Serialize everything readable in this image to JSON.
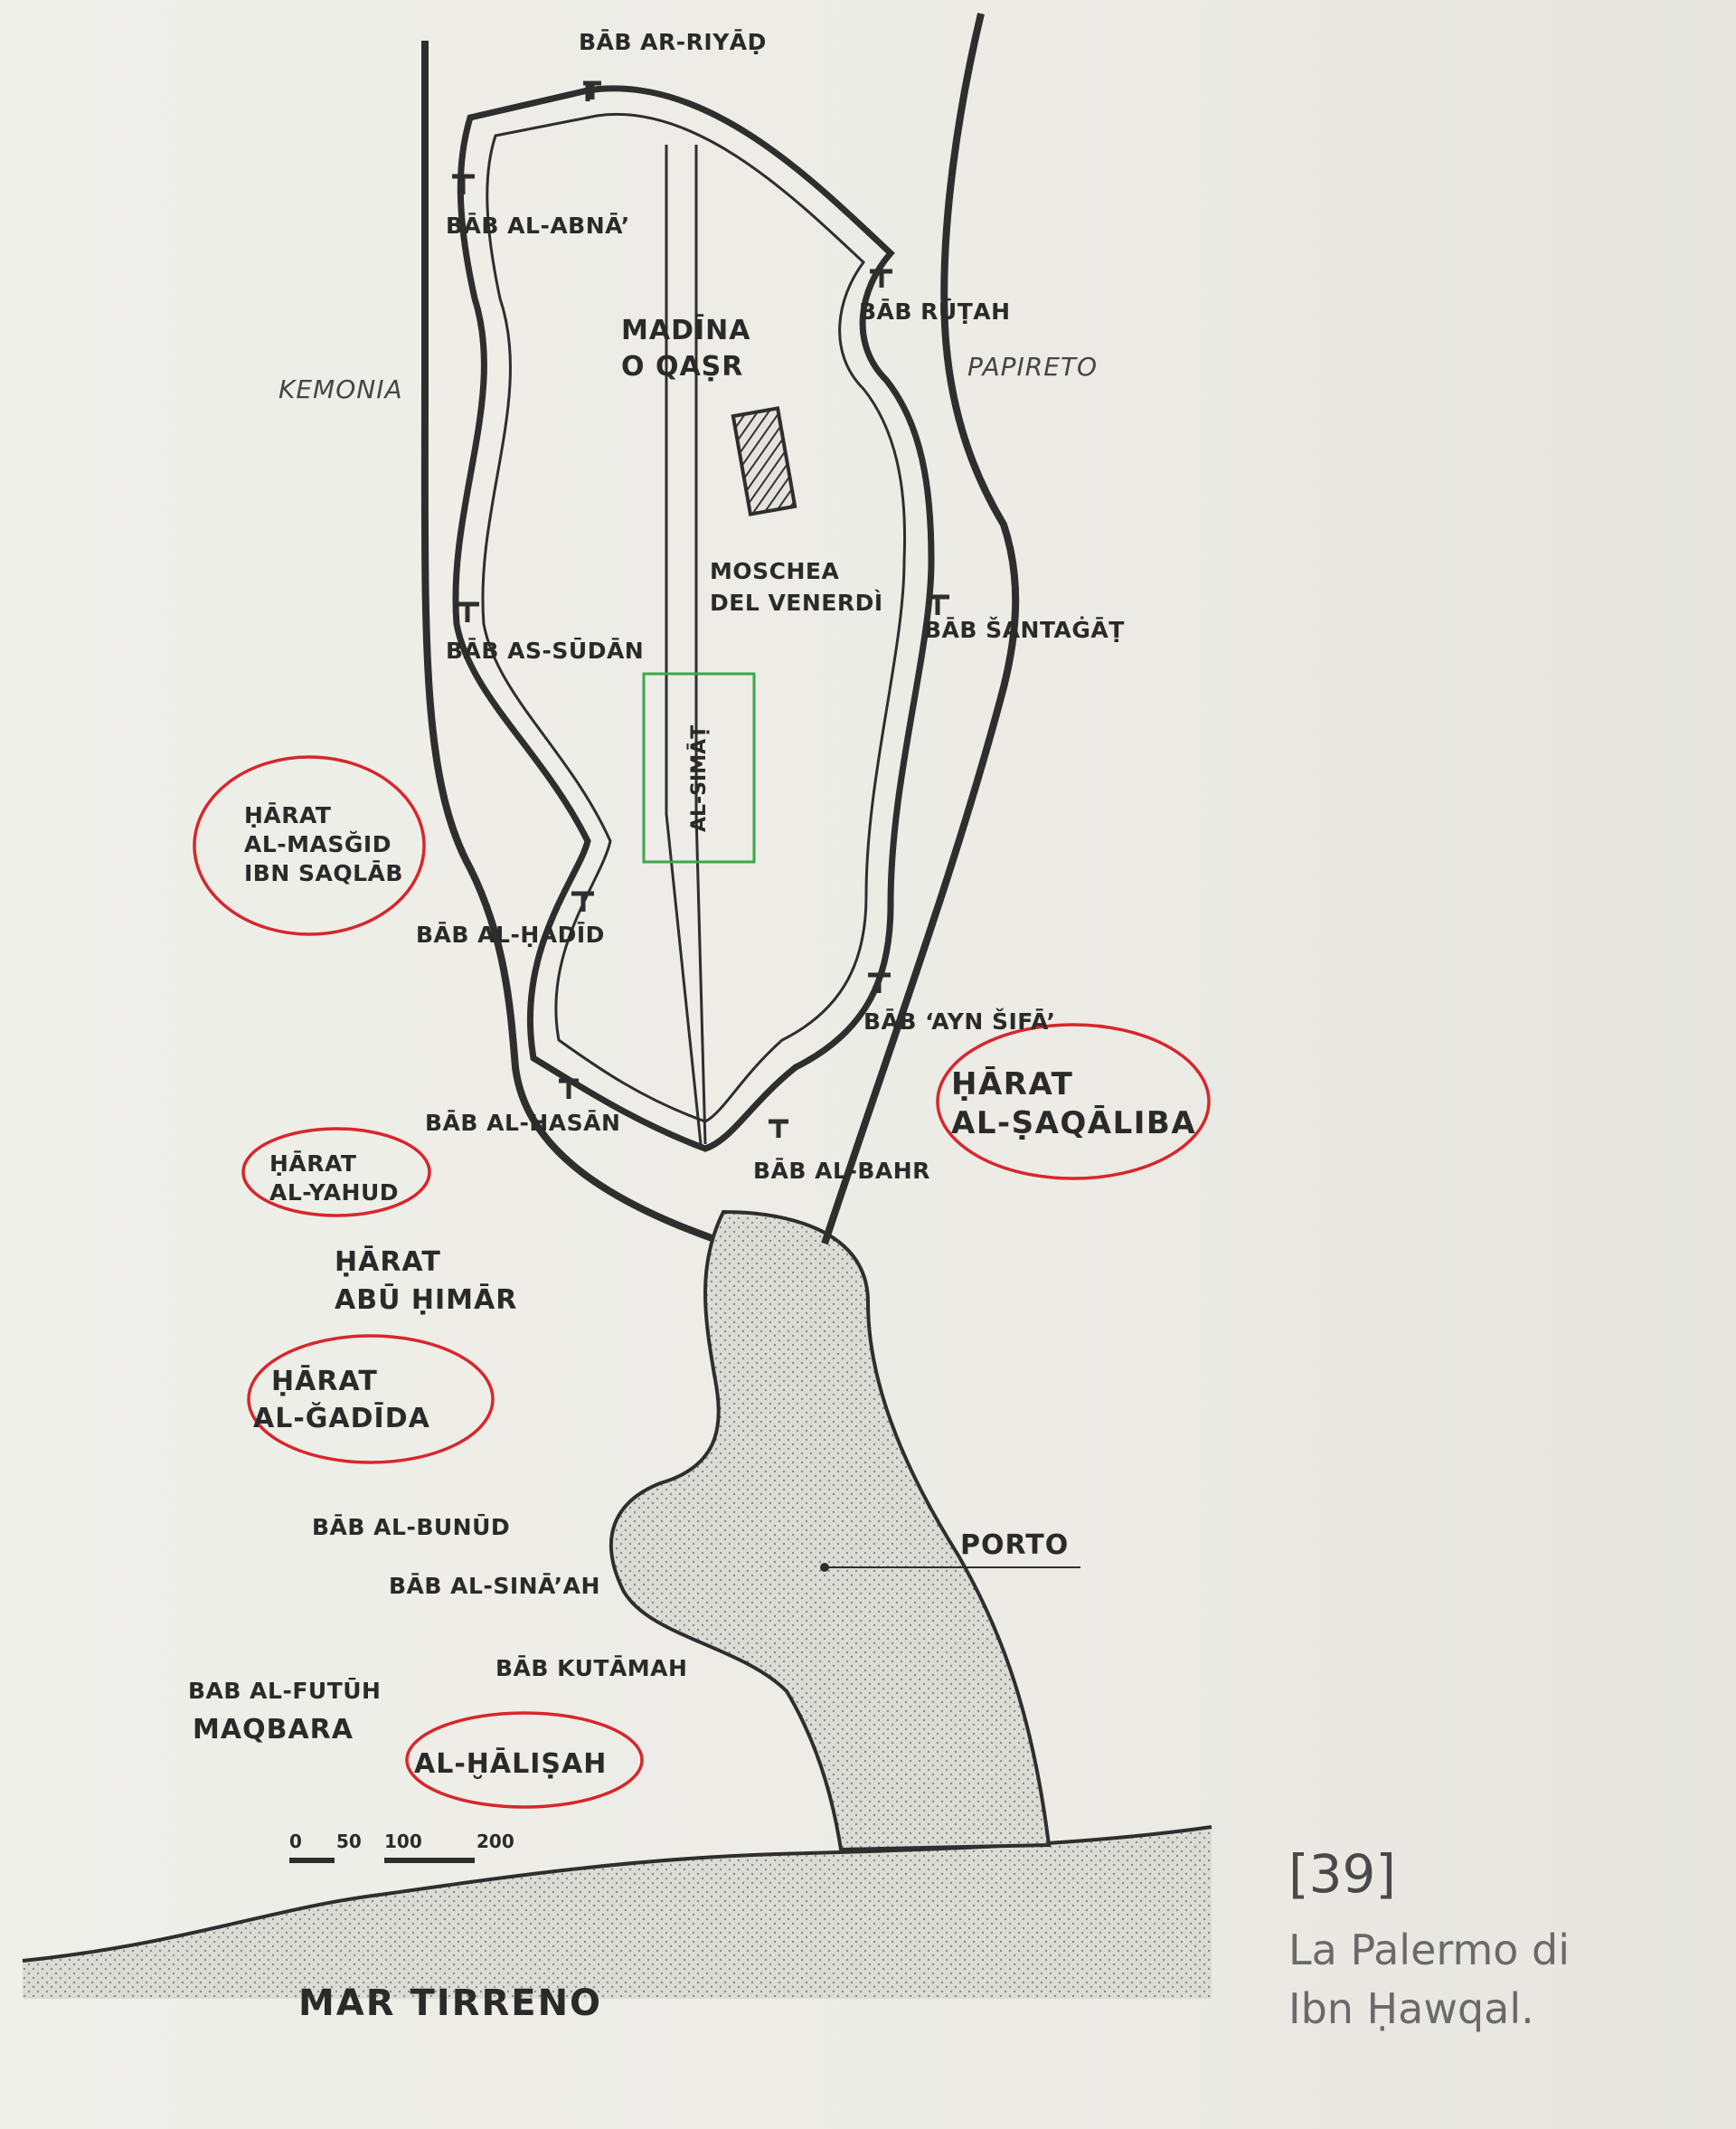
{
  "map": {
    "labels": {
      "bab_ar_riyad": "BĀB AR-RIYĀḌ",
      "bab_al_abna": "BĀB AL-ABNĀ’",
      "bab_rutah": "BĀB RŪṬAH",
      "madina": "MADĪNA",
      "o_qasr": "O QAṢR",
      "kemonia": "KEMONIA",
      "papireto": "PAPIRETO",
      "moschea": "MOSCHEA",
      "del_venerdi": "DEL VENERDÌ",
      "bab_as_sudan": "BĀB AS-SŪDĀN",
      "bab_santagat": "BĀB ŠANTAĠĀṬ",
      "al_simat": "AL-SIMĀṬ",
      "harat_masgid_1": "ḤĀRAT",
      "harat_masgid_2": "AL-MASĞID",
      "harat_masgid_3": "IBN SAQLĀB",
      "bab_al_hadid": "BĀB AL-ḤADĪD",
      "bab_ayn_sifa": "BĀB ‘AYN ŠIFĀ’",
      "harat_saqaliba_1": "ḤĀRAT",
      "harat_saqaliba_2": "AL-ṢAQĀLIBA",
      "bab_al_hasan": "BĀB AL-HASĀN",
      "bab_al_bahr": "BĀB AL-BAHR",
      "harat_yahud_1": "ḤĀRAT",
      "harat_yahud_2": "AL-YAHUD",
      "harat_abu_himar_1": "ḤĀRAT",
      "harat_abu_himar_2": "ABŪ ḤIMĀR",
      "harat_gadida_1": "ḤĀRAT",
      "harat_gadida_2": "AL-ĞADĪDA",
      "bab_al_bunud": "BĀB AL-BUNŪD",
      "porto": "PORTO",
      "bab_al_sinaah": "BĀB AL-SINĀ’AH",
      "bab_kutamah": "BĀB KUTĀMAH",
      "bab_al_futuh": "BAB AL-FUTŪH",
      "maqbara": "MAQBARA",
      "al_halisah": "AL-ḪĀLIṢAH",
      "mar_tirreno": "MAR TIRRENO"
    },
    "scale": {
      "t0": "0",
      "t50": "50",
      "t100": "100",
      "t200": "200"
    },
    "colors": {
      "line": "#2e2e2e",
      "circle": "#d8262b",
      "box": "#3aa84a",
      "bg": "#ecebe6"
    }
  },
  "caption": {
    "number": "[39]",
    "line1": "La Palermo di",
    "line2": "Ibn Ḥawqal."
  }
}
